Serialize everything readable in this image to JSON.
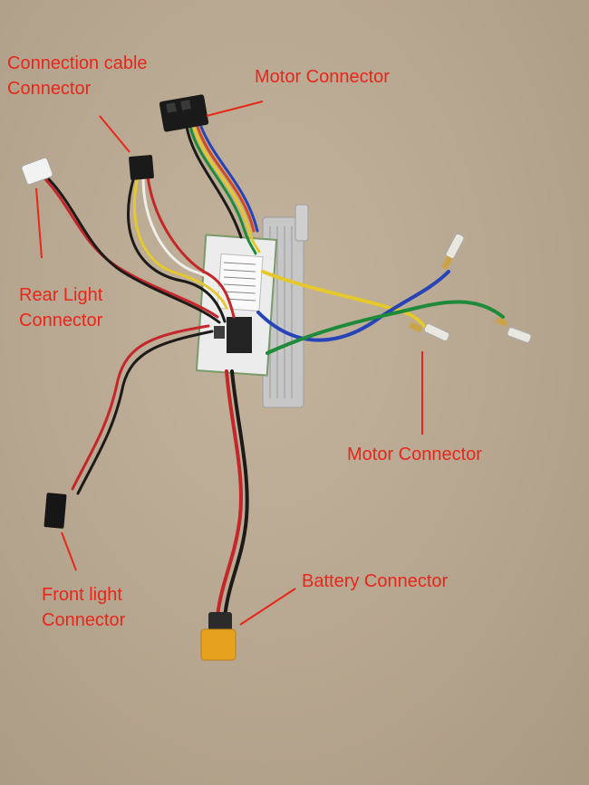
{
  "labels": {
    "connection_cable": [
      "Connection cable",
      "Connector"
    ],
    "motor_top": "Motor Connector",
    "rear_light": [
      "Rear Light",
      "Connector"
    ],
    "motor_right": "Motor Connector",
    "battery": "Battery Connector",
    "front_light": [
      "Front light",
      "Connector"
    ]
  },
  "colors": {
    "label": "#e8261a",
    "background": "#b8a892",
    "wire_red": "#c4262a",
    "wire_black": "#1d1a1a",
    "wire_green": "#1f8a3a",
    "wire_blue": "#2743b8",
    "wire_yellow": "#e5c92c",
    "wire_white": "#eeeeea",
    "heatsink": "#c9c9c9",
    "board": "#f2f2f2",
    "battery_plug": "#e6a21d"
  }
}
